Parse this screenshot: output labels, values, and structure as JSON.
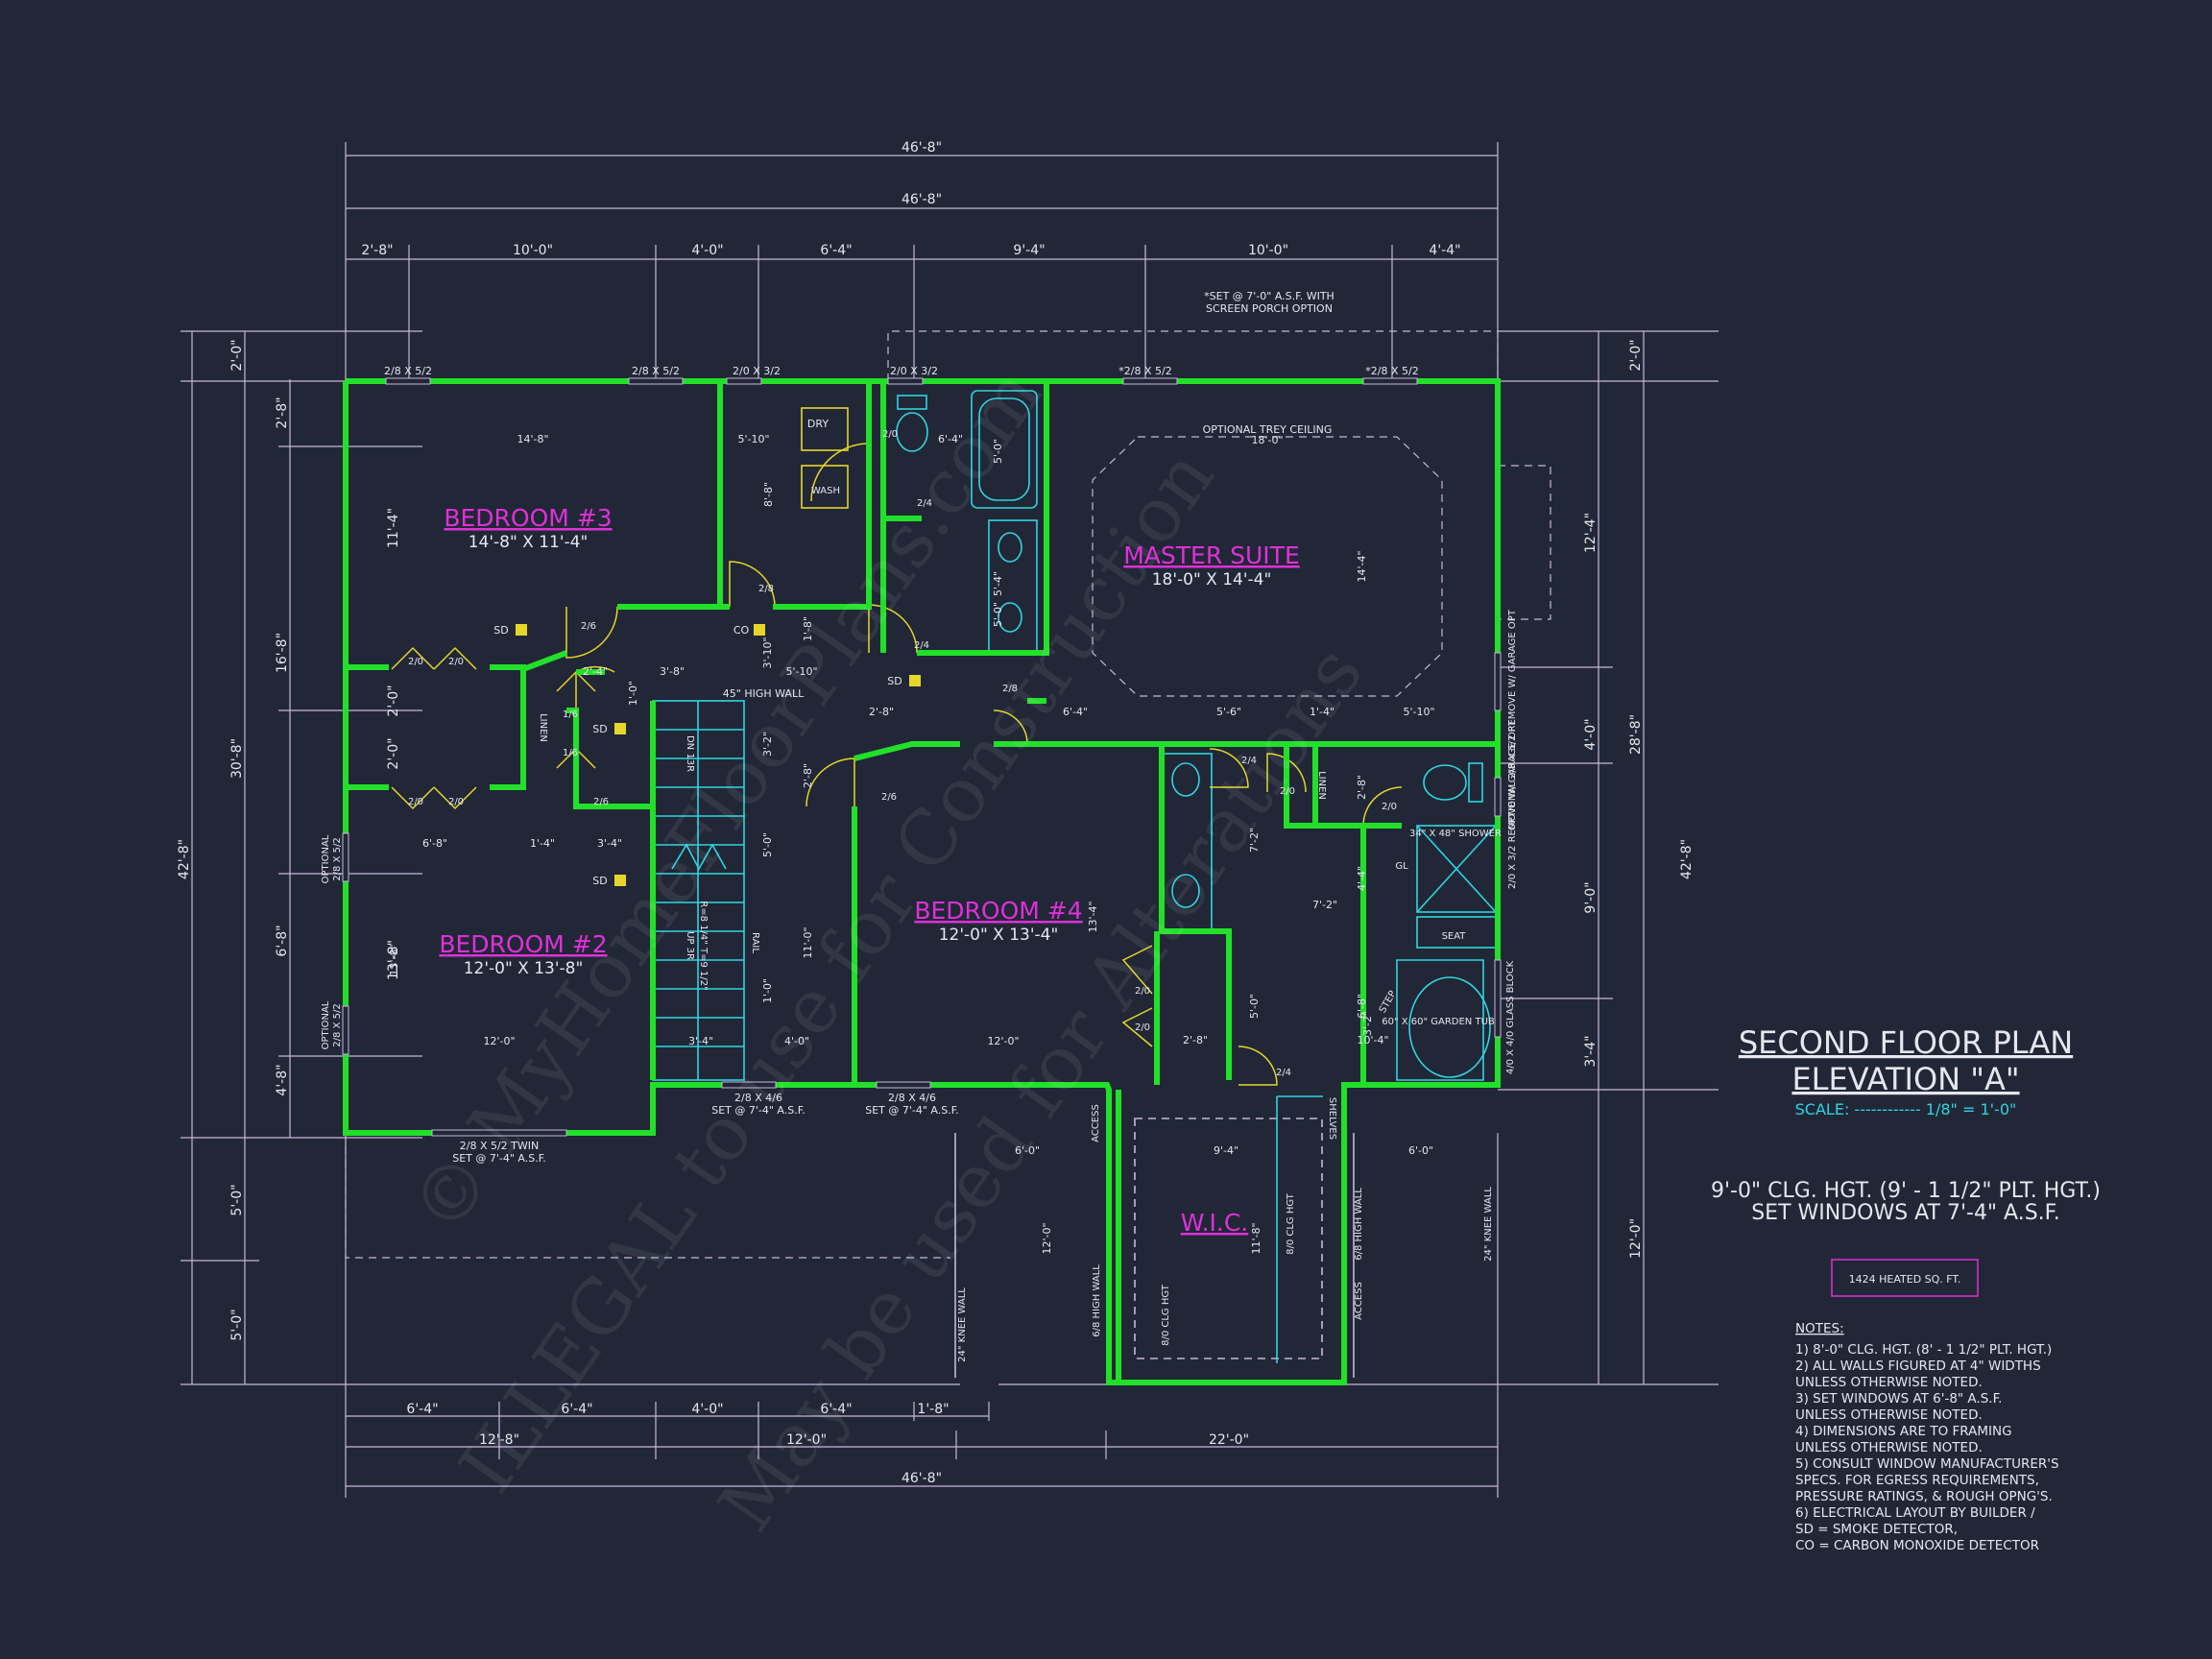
{
  "colors": {
    "background": "#212737",
    "wall": "#22e02a",
    "dimension_line": "#c9b6d9",
    "room_label": "#e030d8",
    "fixture": "#2fd5e0",
    "door": "#e6d62a",
    "text": "#e6e6ee"
  },
  "title": {
    "line1": "SECOND FLOOR PLAN",
    "line2": "ELEVATION \"A\"",
    "scale": "SCALE: ------------ 1/8\" = 1'-0\""
  },
  "ceiling_note": {
    "line1": "9'-0\"  CLG. HGT. (9' - 1 1/2\" PLT. HGT.)",
    "line2": "SET WINDOWS AT 7'-4\" A.S.F."
  },
  "heated_area": "1424 HEATED SQ. FT.",
  "notes": {
    "heading": "NOTES:",
    "lines": [
      "1) 8'-0\"  CLG. HGT. (8' - 1 1/2\" PLT. HGT.)",
      "2) ALL  WALLS FIGURED AT 4\" WIDTHS",
      "    UNLESS OTHERWISE NOTED.",
      "3) SET WINDOWS AT 6'-8\" A.S.F.",
      "    UNLESS OTHERWISE NOTED.",
      "4) DIMENSIONS ARE TO FRAMING",
      "    UNLESS OTHERWISE NOTED.",
      "5) CONSULT WINDOW MANUFACTURER'S",
      "    SPECS. FOR EGRESS REQUIREMENTS,",
      "    PRESSURE RATINGS, & ROUGH OPNG'S.",
      "6) ELECTRICAL LAYOUT BY BUILDER /",
      "    SD = SMOKE DETECTOR,",
      "    CO = CARBON MONOXIDE DETECTOR"
    ]
  },
  "rooms": {
    "bedroom3": {
      "name": "BEDROOM #3",
      "size": "14'-8\" X 11'-4\""
    },
    "bedroom2": {
      "name": "BEDROOM #2",
      "size": "12'-0\" X 13'-8\""
    },
    "master": {
      "name": "MASTER SUITE",
      "size": "18'-0\" X 14'-4\""
    },
    "bedroom4": {
      "name": "BEDROOM #4",
      "size": "12'-0\" X 13'-4\""
    },
    "wic": {
      "name": "W.I.C."
    }
  },
  "top_dims": {
    "overall_1": "46'-8\"",
    "overall_2": "46'-8\"",
    "segments": [
      "2'-8\"",
      "10'-0\"",
      "4'-0\"",
      "6'-4\"",
      "9'-4\"",
      "10'-0\"",
      "4'-4\""
    ]
  },
  "bottom_dims": {
    "segments_1": [
      "6'-4\"",
      "6'-4\"",
      "4'-0\"",
      "6'-4\"",
      "1'-8\""
    ],
    "segments_2": [
      "12'-8\"",
      "12'-0\"",
      "22'-0\""
    ],
    "overall": "46'-8\""
  },
  "left_dims": {
    "overall": "42'-8\"",
    "main": "30'-8\"",
    "outer": [
      "2'-0\"",
      "5'-0\"",
      "5'-0\""
    ],
    "inner": [
      "2'-8\"",
      "11'-4\"",
      "16'-8\"",
      "6'-8\"",
      "4'-8\"",
      "13'-8\"",
      "2'-0\"",
      "2'-0\""
    ]
  },
  "right_dims": {
    "overall": "42'-8\"",
    "main": "28'-8\"",
    "outer": [
      "2'-0\"",
      "12'-0\""
    ],
    "inner": [
      "12'-4\"",
      "4'-0\"",
      "9'-0\"",
      "3'-4\""
    ]
  },
  "windows": {
    "top": [
      "2/8 X 5/2",
      "2/8 X 5/2",
      "2/0 X 3/2",
      "2/0 X 3/2",
      "*2/8 X 5/2",
      "*2/8 X 5/2"
    ],
    "bottom_bed2": "2/8 X 5/2 TWIN",
    "bottom_bed2_note": "SET @ 7'-4\" A.S.F.",
    "bottom_1": "2/8 X 4/6",
    "bottom_1_note": "SET @ 7'-4\" A.S.F.",
    "bottom_2": "2/8 X 4/6",
    "bottom_2_note": "SET @ 7'-4\" A.S.F.",
    "left_optional": "OPTIONAL",
    "left_size": "2/8 X 5/2",
    "right_1": "OPTIONAL 2/8 X 5/2 REMOVE W/ GARAGE OPT",
    "right_2": "2/0 X 3/2 REMOVE W/ GARAGE OPT",
    "right_glass": "4/0 X 4/0 GLASS BLOCK"
  },
  "annotations": {
    "screen_porch_1": "*SET @ 7'-0\" A.S.F. WITH",
    "screen_porch_2": "SCREEN PORCH OPTION",
    "trey": "OPTIONAL TREY CEILING",
    "high_wall": "45\" HIGH WALL",
    "dry": "DRY",
    "wash": "WASH",
    "linen": "LINEN",
    "shower": "34\" X 48\" SHOWER",
    "seat": "SEAT",
    "tub": "60\" X 60\" GARDEN TUB",
    "step": "STEP",
    "gl": "GL",
    "shelves": "SHELVES",
    "access": "ACCESS",
    "knee_wall": "24\" KNEE WALL",
    "high_wall_68": "6/8 HIGH WALL",
    "clg_hgt": "8/0 CLG HGT",
    "dn": "DN 13R",
    "up": "UP 3R",
    "rail": "RAIL",
    "riser": "R=8 1/4\" T=9 1/2\"",
    "sd": "SD",
    "co": "CO"
  },
  "doors": [
    "2/6",
    "2/0",
    "2/0",
    "1/6",
    "1/6",
    "2/6",
    "2/0",
    "2/0",
    "2/4",
    "2/4",
    "2/8",
    "2/8",
    "2/6",
    "2/4",
    "2/0",
    "2/0",
    "2/0",
    "2/0",
    "2/4",
    "2/0"
  ],
  "interior_dims": [
    "14'-8\"",
    "5'-10\"",
    "6'-4\"",
    "5'-0\"",
    "8'-8\"",
    "18'-0\"",
    "14'-4\"",
    "5'-4\"",
    "5'-0\"",
    "3'-10\"",
    "1'-8\"",
    "5'-10\"",
    "2'-4\"",
    "3'-8\"",
    "1'-0\"",
    "2'-8\"",
    "6'-4\"",
    "5'-6\"",
    "1'-4\"",
    "5'-10\"",
    "3'-2\"",
    "2'-8\"",
    "6'-8\"",
    "1'-4\"",
    "3'-4\"",
    "5'-0\"",
    "13'-8\"",
    "12'-0\"",
    "3'-4\"",
    "4'-0\"",
    "11'-0\"",
    "1'-0\"",
    "13'-4\"",
    "12'-0\"",
    "7'-2\"",
    "7'-2\"",
    "4'-4\"",
    "2'-8\"",
    "3'-2\"",
    "2'-8\"",
    "5'-0\"",
    "6'-8\"",
    "10'-4\"",
    "6'-0\"",
    "9'-4\"",
    "6'-0\"",
    "11'-8\"",
    "12'-0\""
  ],
  "watermarks": [
    "© MyHomeFloorPlans.com",
    "ILLEGAL to use for Construction",
    "May be used for Alterations"
  ]
}
